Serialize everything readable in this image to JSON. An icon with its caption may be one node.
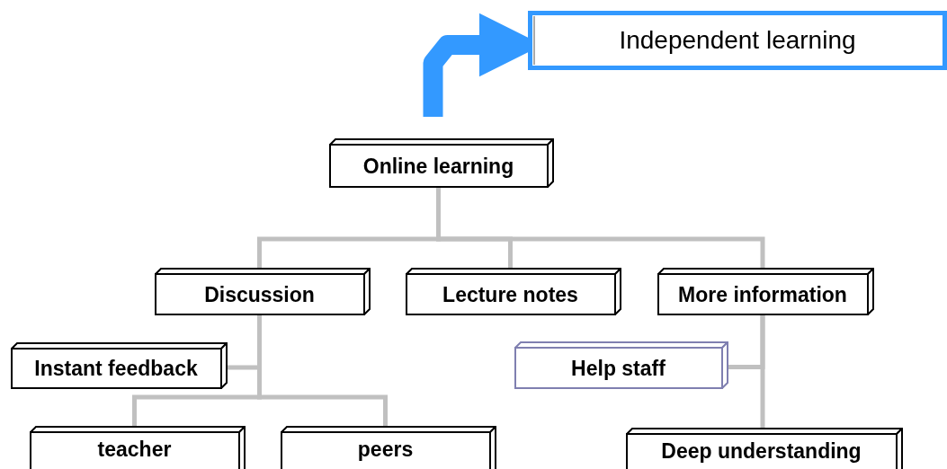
{
  "diagram": {
    "nodes": [
      {
        "text": [
          "Independent learning"
        ]
      },
      {
        "text": [
          "Online learning"
        ]
      },
      {
        "text": [
          "Discussion"
        ]
      },
      {
        "text": [
          "Lecture notes"
        ]
      },
      {
        "text": [
          "More information"
        ]
      },
      {
        "text": [
          "Instant feedback"
        ]
      },
      {
        "text": [
          "Help staff"
        ]
      },
      {
        "text": [
          "teacher"
        ]
      },
      {
        "text": [
          "peers"
        ]
      },
      {
        "text": [
          "Deep understanding"
        ]
      }
    ],
    "edges": [
      {
        "from": 1,
        "to": 0,
        "arrow": "to",
        "style": "thick",
        "color": "#3399ff"
      },
      {
        "from": 1,
        "to": 2,
        "arrow": "none"
      },
      {
        "from": 1,
        "to": 3,
        "arrow": "none"
      },
      {
        "from": 1,
        "to": 4,
        "arrow": "none"
      },
      {
        "from": 2,
        "to": 5,
        "arrow": "none"
      },
      {
        "from": 2,
        "to": 7,
        "arrow": "none"
      },
      {
        "from": 2,
        "to": 8,
        "arrow": "none"
      },
      {
        "from": 4,
        "to": 6,
        "arrow": "none"
      },
      {
        "from": 4,
        "to": 9,
        "arrow": "none"
      }
    ]
  }
}
